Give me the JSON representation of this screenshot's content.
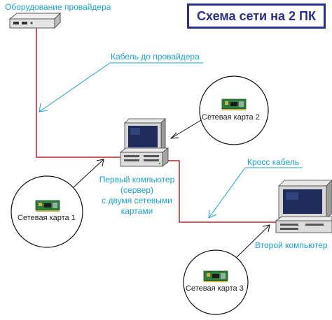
{
  "title": "Схема сети на 2 ПК",
  "labels": {
    "provider_equipment": "Оборудование провайдера",
    "provider_cable": "Кабель до провайдера",
    "cross_cable": "Кросс кабель",
    "server_line1": "Первый компьютер",
    "server_line2": "(сервер)",
    "server_line3": "с двумя сетевыми",
    "server_line4": "картами",
    "second_pc": "Второй компьютер"
  },
  "callouts": {
    "card1": "Сетевая карта 1",
    "card2": "Сетевая карта 2",
    "card3": "Сетевая карта 3"
  },
  "colors": {
    "cable": "#c0202a",
    "label": "#1aa3c8",
    "title_border": "#2b2f8f",
    "arrow": "#1aa3c8"
  }
}
